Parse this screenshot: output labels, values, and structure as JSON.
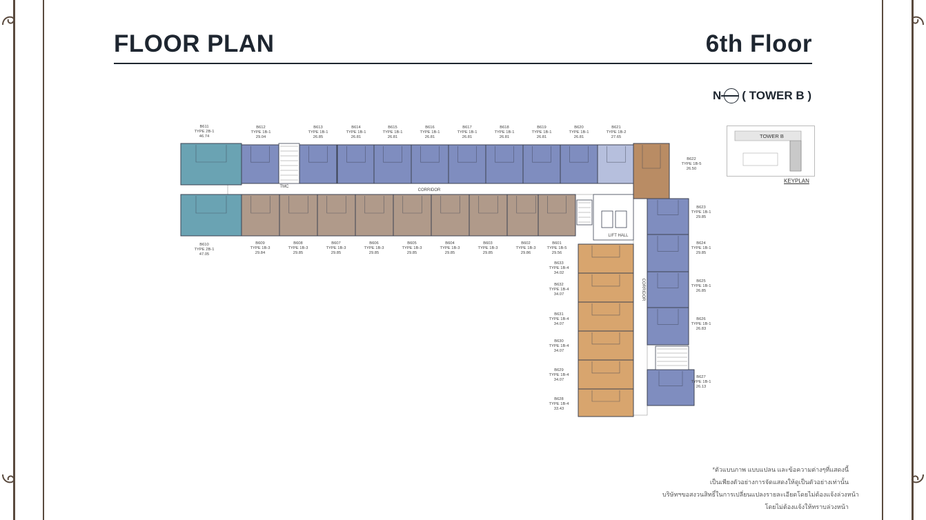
{
  "header": {
    "title": "FLOOR PLAN",
    "floor": "6th Floor",
    "compass_letter": "N",
    "tower": "( TOWER B )"
  },
  "keyplan": {
    "label": "KEYPLAN",
    "tower_text": "TOWER B"
  },
  "labels": {
    "corridor_h": "CORRIDOR",
    "corridor_v": "CORRIDOR",
    "lift_hall": "LIFT HALL",
    "tmc": "TMC"
  },
  "colors": {
    "teal": "#6aa3b3",
    "blue": "#7f8dbf",
    "taupe": "#b09a8a",
    "orange": "#d8a56e",
    "brown": "#b98c64",
    "lightblue": "#b6bfdd"
  },
  "units": {
    "top_row": [
      {
        "id": "B612",
        "type": "TYPE 1B-1",
        "area": "29.04"
      },
      {
        "id": "B613",
        "type": "TYPE 1B-1",
        "area": "26.85"
      },
      {
        "id": "B614",
        "type": "TYPE 1B-1",
        "area": "26.81"
      },
      {
        "id": "B615",
        "type": "TYPE 1B-1",
        "area": "26.81"
      },
      {
        "id": "B616",
        "type": "TYPE 1B-1",
        "area": "26.81"
      },
      {
        "id": "B617",
        "type": "TYPE 1B-1",
        "area": "26.81"
      },
      {
        "id": "B618",
        "type": "TYPE 1B-1",
        "area": "26.81"
      },
      {
        "id": "B619",
        "type": "TYPE 1B-1",
        "area": "26.81"
      },
      {
        "id": "B620",
        "type": "TYPE 1B-1",
        "area": "26.81"
      },
      {
        "id": "B621",
        "type": "TYPE 1B-2",
        "area": "27.65"
      }
    ],
    "corner_top": {
      "id": "B611",
      "type": "TYPE 2B-1",
      "area": "46.74"
    },
    "corner_bottom": {
      "id": "B610",
      "type": "TYPE 2B-1",
      "area": "47.05"
    },
    "bottom_row": [
      {
        "id": "B609",
        "type": "TYPE 1B-3",
        "area": "29.84"
      },
      {
        "id": "B608",
        "type": "TYPE 1B-3",
        "area": "29.85"
      },
      {
        "id": "B607",
        "type": "TYPE 1B-3",
        "area": "29.85"
      },
      {
        "id": "B606",
        "type": "TYPE 1B-3",
        "area": "29.85"
      },
      {
        "id": "B605",
        "type": "TYPE 1B-3",
        "area": "29.85"
      },
      {
        "id": "B604",
        "type": "TYPE 1B-3",
        "area": "29.85"
      },
      {
        "id": "B603",
        "type": "TYPE 1B-3",
        "area": "29.85"
      },
      {
        "id": "B602",
        "type": "TYPE 1B-3",
        "area": "29.86"
      },
      {
        "id": "B601",
        "type": "TYPE 1B-5",
        "area": "29.56"
      }
    ],
    "right_east": [
      {
        "id": "B622",
        "type": "TYPE 1B-5",
        "area": "26.50"
      },
      {
        "id": "B623",
        "type": "TYPE 1B-1",
        "area": "29.85"
      },
      {
        "id": "B624",
        "type": "TYPE 1B-1",
        "area": "29.85"
      },
      {
        "id": "B625",
        "type": "TYPE 1B-1",
        "area": "26.85"
      },
      {
        "id": "B626",
        "type": "TYPE 1B-1",
        "area": "26.83"
      },
      {
        "id": "B627",
        "type": "TYPE 1B-1",
        "area": "26.13"
      }
    ],
    "right_west": [
      {
        "id": "B633",
        "type": "TYPE 1B-4",
        "area": "34.02"
      },
      {
        "id": "B632",
        "type": "TYPE 1B-4",
        "area": "34.07"
      },
      {
        "id": "B631",
        "type": "TYPE 1B-4",
        "area": "34.07"
      },
      {
        "id": "B630",
        "type": "TYPE 1B-4",
        "area": "34.07"
      },
      {
        "id": "B629",
        "type": "TYPE 1B-4",
        "area": "34.07"
      },
      {
        "id": "B628",
        "type": "TYPE 1B-4",
        "area": "33.43"
      }
    ]
  },
  "disclaimer": [
    "*ตัวแบบภาพ แบบแปลน และข้อความต่างๆที่แสดงนี้",
    "เป็นเพียงตัวอย่างการจัดแสดงให้ดูเป็นตัวอย่างเท่านั้น",
    "บริษัทฯขอสงวนสิทธิ์ในการเปลี่ยนแปลงรายละเอียดโดยไม่ต้องแจ้งล่วงหน้า",
    "โดยไม่ต้องแจ้งให้ทราบล่วงหน้า"
  ]
}
